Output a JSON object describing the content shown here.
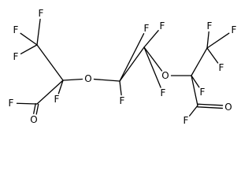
{
  "molecule": {
    "atoms": [
      {
        "id": "F1",
        "label": "F"
      },
      {
        "id": "F2",
        "label": "F"
      },
      {
        "id": "F3",
        "label": "F"
      },
      {
        "id": "C1",
        "label": ""
      },
      {
        "id": "C2",
        "label": ""
      },
      {
        "id": "F4",
        "label": "F"
      },
      {
        "id": "C3",
        "label": ""
      },
      {
        "id": "O1",
        "label": "O"
      },
      {
        "id": "F5",
        "label": "F"
      },
      {
        "id": "O2",
        "label": "O"
      },
      {
        "id": "C4",
        "label": ""
      },
      {
        "id": "F6",
        "label": "F"
      },
      {
        "id": "F7",
        "label": "F"
      },
      {
        "id": "C5",
        "label": ""
      },
      {
        "id": "F8",
        "label": "F"
      },
      {
        "id": "F9",
        "label": "F"
      },
      {
        "id": "O3",
        "label": "O"
      },
      {
        "id": "C6",
        "label": ""
      },
      {
        "id": "F10",
        "label": "F"
      },
      {
        "id": "F11",
        "label": "F"
      },
      {
        "id": "F12",
        "label": "F"
      },
      {
        "id": "C7",
        "label": ""
      },
      {
        "id": "C8",
        "label": ""
      },
      {
        "id": "F13",
        "label": "F"
      },
      {
        "id": "F14",
        "label": "F"
      },
      {
        "id": "O4",
        "label": "O"
      }
    ],
    "bonds": [
      {
        "a": "C3",
        "b": "F5",
        "order": 1
      },
      {
        "a": "C3",
        "b": "O2",
        "order": 2
      },
      {
        "a": "C3",
        "b": "C2",
        "order": 1
      },
      {
        "a": "C2",
        "b": "C1",
        "order": 1
      },
      {
        "a": "C2",
        "b": "F4",
        "order": 1
      },
      {
        "a": "C2",
        "b": "O1",
        "order": 1
      },
      {
        "a": "C1",
        "b": "F1",
        "order": 1
      },
      {
        "a": "C1",
        "b": "F2",
        "order": 1
      },
      {
        "a": "C1",
        "b": "F3",
        "order": 1
      },
      {
        "a": "O1",
        "b": "C4",
        "order": 1
      },
      {
        "a": "C4",
        "b": "F6",
        "order": 1
      },
      {
        "a": "C4",
        "b": "F7",
        "order": 1
      },
      {
        "a": "C4",
        "b": "C5",
        "order": 1
      },
      {
        "a": "C5",
        "b": "F8",
        "order": 1
      },
      {
        "a": "C5",
        "b": "F9",
        "order": 1
      },
      {
        "a": "C5",
        "b": "O3",
        "order": 1
      },
      {
        "a": "O3",
        "b": "C7",
        "order": 1
      },
      {
        "a": "C7",
        "b": "C6",
        "order": 1
      },
      {
        "a": "C7",
        "b": "F13",
        "order": 1
      },
      {
        "a": "C7",
        "b": "C8",
        "order": 1
      },
      {
        "a": "C6",
        "b": "F10",
        "order": 1
      },
      {
        "a": "C6",
        "b": "F11",
        "order": 1
      },
      {
        "a": "C6",
        "b": "F12",
        "order": 1
      },
      {
        "a": "C8",
        "b": "F14",
        "order": 1
      },
      {
        "a": "C8",
        "b": "O4",
        "order": 2
      }
    ]
  }
}
